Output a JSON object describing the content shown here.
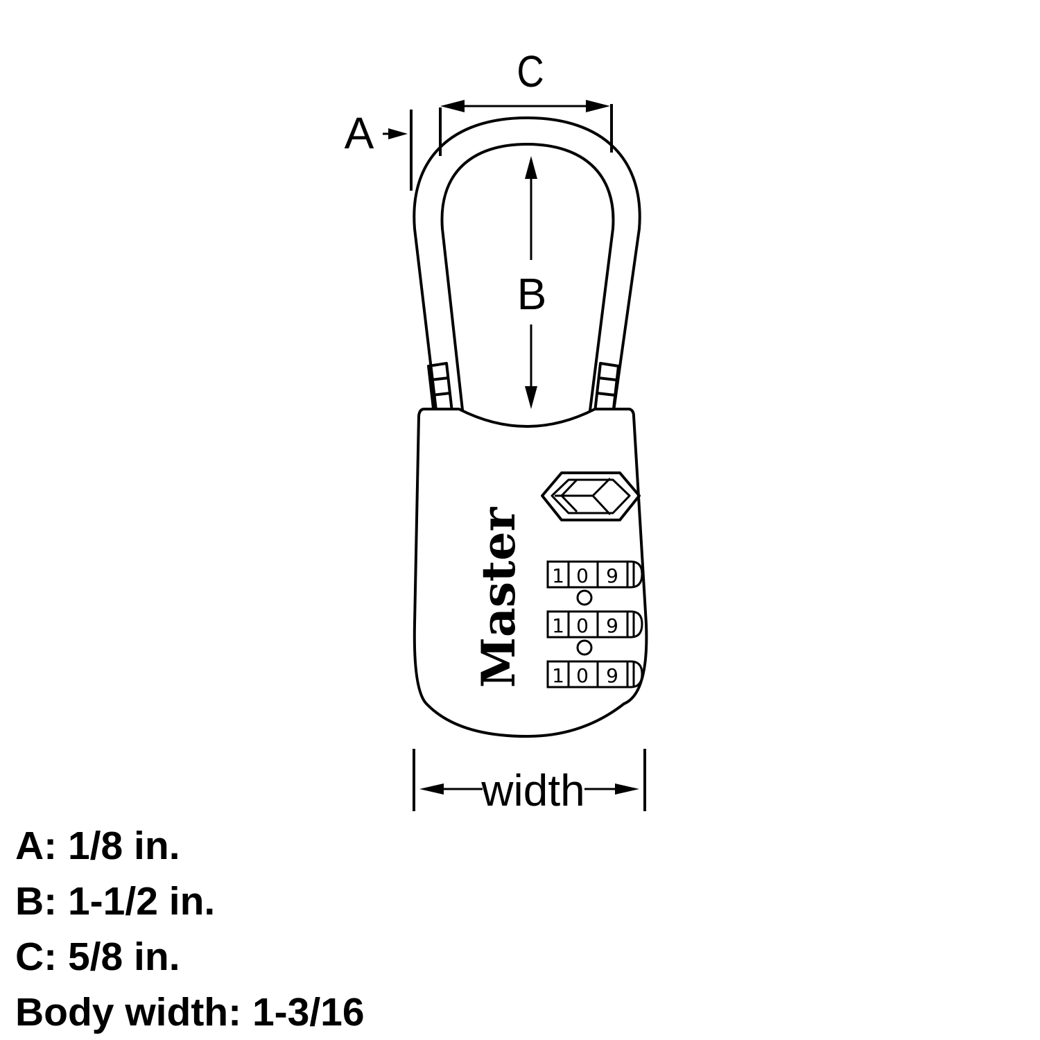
{
  "labels": {
    "a": "A",
    "b": "B",
    "c": "C",
    "width": "width"
  },
  "brand": "Master",
  "dials": [
    {
      "digits": [
        "1",
        "0",
        "9"
      ]
    },
    {
      "digits": [
        "1",
        "0",
        "9"
      ]
    },
    {
      "digits": [
        "1",
        "0",
        "9"
      ]
    }
  ],
  "specs": [
    "A: 1/8 in.",
    "B: 1-1/2 in.",
    "C: 5/8 in.",
    "Body width: 1-3/16"
  ],
  "colors": {
    "line": "#000000",
    "background": "#ffffff"
  }
}
